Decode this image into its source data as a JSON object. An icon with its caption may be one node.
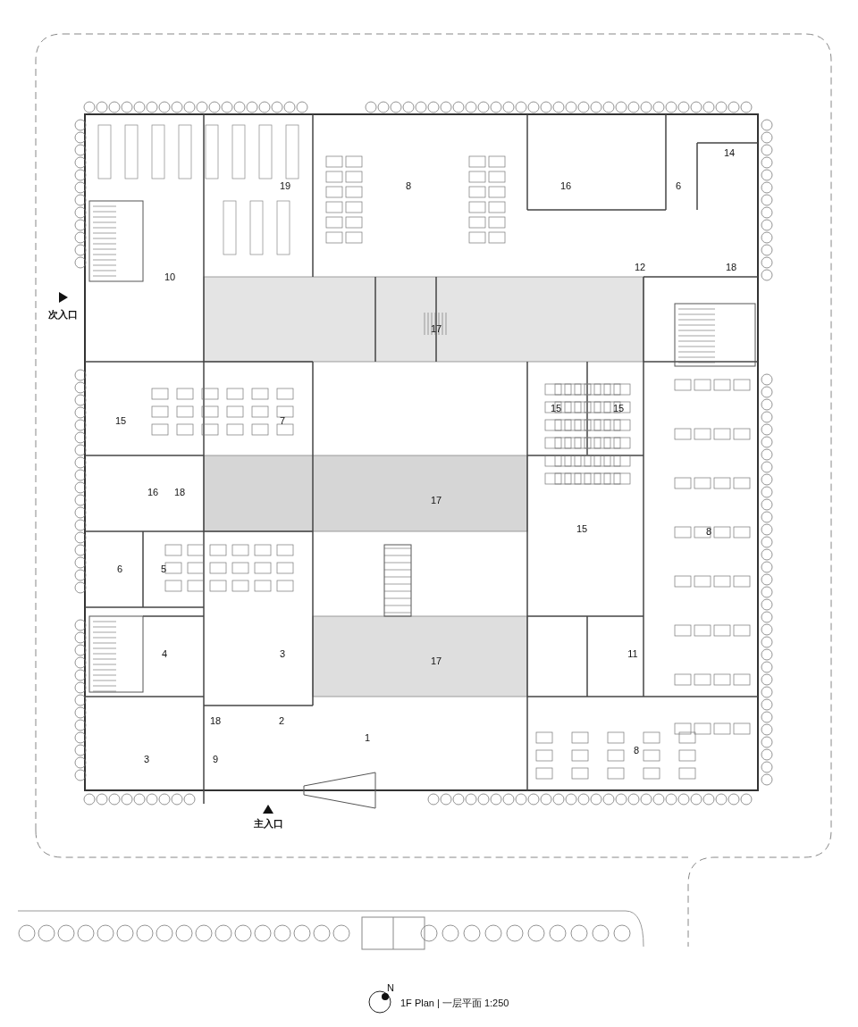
{
  "diagram": {
    "caption": "1F Plan | 一层平面 1:250",
    "labels": [
      "14",
      "19",
      "8",
      "16",
      "6",
      "12",
      "18",
      "10",
      "次入口",
      "17",
      "15",
      "15",
      "15",
      "7",
      "16",
      "18",
      "17",
      "15",
      "8",
      "6",
      "5",
      "4",
      "3",
      "17",
      "11",
      "18",
      "2",
      "1",
      "8",
      "3",
      "9",
      "主入口",
      "N"
    ]
  }
}
